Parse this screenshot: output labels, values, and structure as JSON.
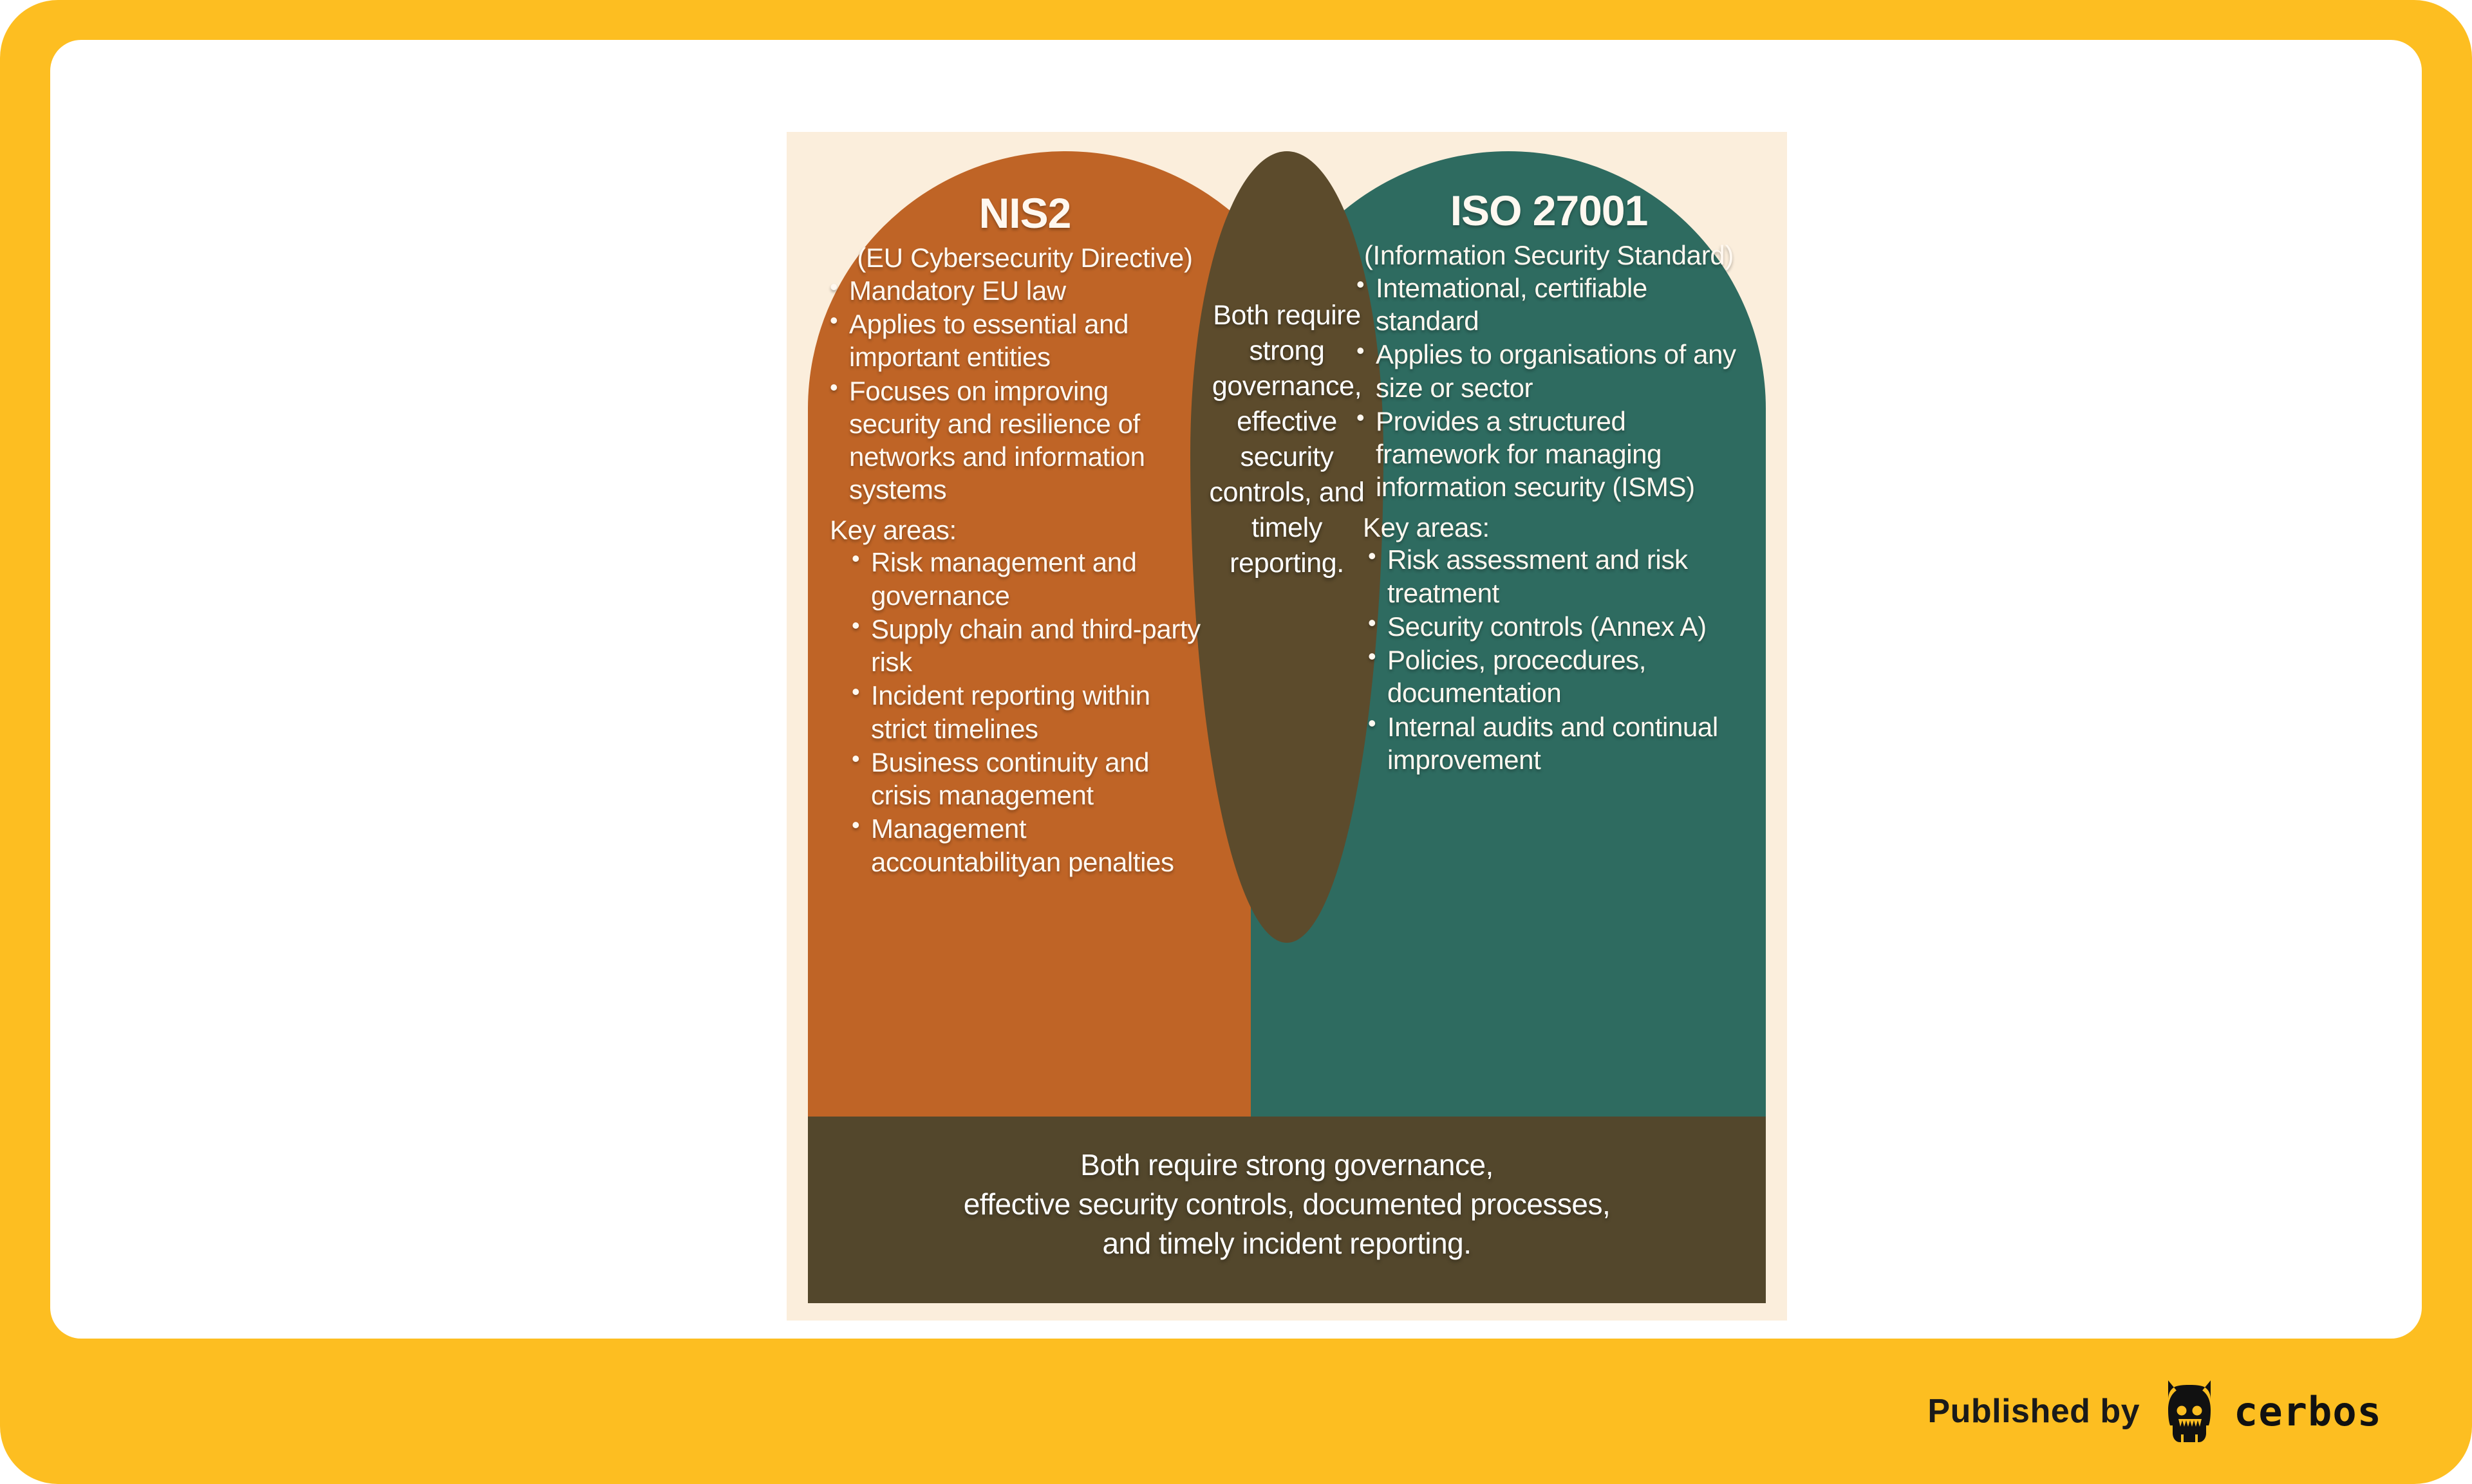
{
  "frame": {
    "accent_color": "#FDBE21",
    "card_color": "#FFFFFF"
  },
  "diagram": {
    "panel_color": "#FBEEDC",
    "left": {
      "title": "NIS2",
      "subtitle": "(EU Cybersecurity Directive)",
      "color": "#BF6426",
      "bullets": [
        "Mandatory EU law",
        "Applies to essential and important entities",
        "Focuses on improving security and resilience of networks and information systems"
      ],
      "key_areas_label": "Key areas:",
      "key_areas": [
        "Risk management and governance",
        "Supply chain and third-party risk",
        "Incident reporting within strict timelines",
        "Business continuity and crisis management",
        "Management accountabilityan penalties"
      ]
    },
    "right": {
      "title": "ISO 27001",
      "subtitle": "(Information Security Standard)",
      "color": "#2E6B60",
      "bullets": [
        "Intemational, certifiable standard",
        "Applies to organisations of any size or sector",
        "Provides a structured framework for managing information security (ISMS)"
      ],
      "key_areas_label": "Key areas:",
      "key_areas": [
        "Risk assessment and risk treatment",
        "Security controls (Annex A)",
        "Policies, procecdures, documentation",
        "Internal audits and continual improvement"
      ]
    },
    "overlap": {
      "color": "#5C4B2C",
      "text": "Both require strong governance, effective security controls, and timely reporting."
    },
    "bottom_band": {
      "color": "#53472C",
      "line1": "Both require strong governance,",
      "line2": "effective security controls, documented processes,",
      "line3": "and timely incident reporting."
    }
  },
  "footer": {
    "published_by": "Published by",
    "brand": "cerbos",
    "logo_icon": "cerbos-bat-mascot-icon"
  }
}
